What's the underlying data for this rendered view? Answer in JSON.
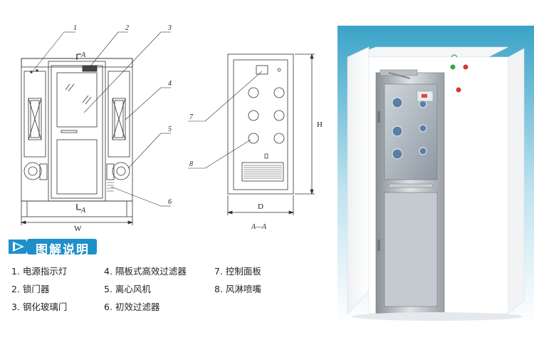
{
  "front_view": {
    "callouts": [
      "1",
      "2",
      "3",
      "4",
      "5",
      "6"
    ],
    "section_marks": [
      "A",
      "A"
    ],
    "width_label": "W"
  },
  "side_view": {
    "callouts": [
      "7",
      "8"
    ],
    "height_label": "H",
    "depth_label": "D",
    "section_caption": "A—A"
  },
  "legend": {
    "title": "图解说明",
    "accent_color": "#1e90c9",
    "items": [
      "1. 电源指示灯",
      "4. 隔板式高效过滤器",
      "7. 控制面板",
      "2. 锁门器",
      "5. 离心风机",
      "8. 风淋喷嘴",
      "3. 钢化玻璃门",
      "6. 初效过滤器"
    ]
  },
  "photo": {
    "label": "air shower product photo",
    "background_color": "#3aa3c8",
    "body_color": "#ffffff"
  }
}
